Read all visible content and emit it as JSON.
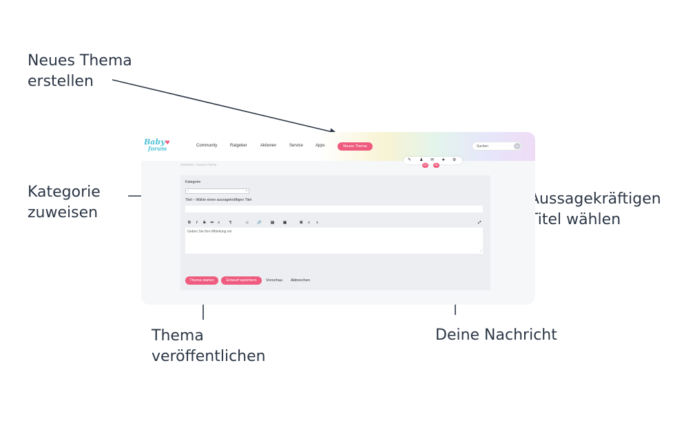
{
  "annotations": {
    "new_topic": [
      "Neues Thema",
      "erstellen"
    ],
    "category": [
      "Kategorie",
      "zuweisen"
    ],
    "title": [
      "Aussagekräftigen",
      "Titel wählen"
    ],
    "publish": [
      "Thema",
      "veröffentlichen"
    ],
    "message": [
      "Deine Nachricht"
    ]
  },
  "colors": {
    "accent": "#ef5b7e",
    "logo": "#4ec3d6",
    "annotation_text": "#2b3645"
  },
  "header": {
    "logo_line1": "Baby",
    "logo_line2": "forum",
    "nav": [
      "Community",
      "Ratgeber",
      "Aktionen",
      "Service",
      "Apps"
    ],
    "new_topic_label": "Neues Thema",
    "search_placeholder": "Suchen",
    "search_go": "Go",
    "icons": [
      "wrench-icon",
      "bell-icon",
      "inbox-icon",
      "star-icon",
      "gear-icon"
    ],
    "badges": [
      "224",
      "88"
    ]
  },
  "breadcrumb": "Startseite > Neues Thema",
  "form": {
    "category_label": "Kategorie",
    "category_value": "-",
    "title_label": "Titel – Wähle einen aussagekräftigen Titel",
    "editor_placeholder": "Geben Sie Ihre Mitteilung ein",
    "toolbar": [
      "B",
      "I",
      "S",
      "≔",
      "≡",
      "¶",
      "☺",
      "🔗",
      "▤",
      "▣",
      "≣",
      "≡",
      "≡"
    ],
    "buttons": {
      "start": "Thema starten",
      "draft": "Entwurf speichern",
      "preview": "Vorschau",
      "cancel": "Abbrechen"
    }
  }
}
